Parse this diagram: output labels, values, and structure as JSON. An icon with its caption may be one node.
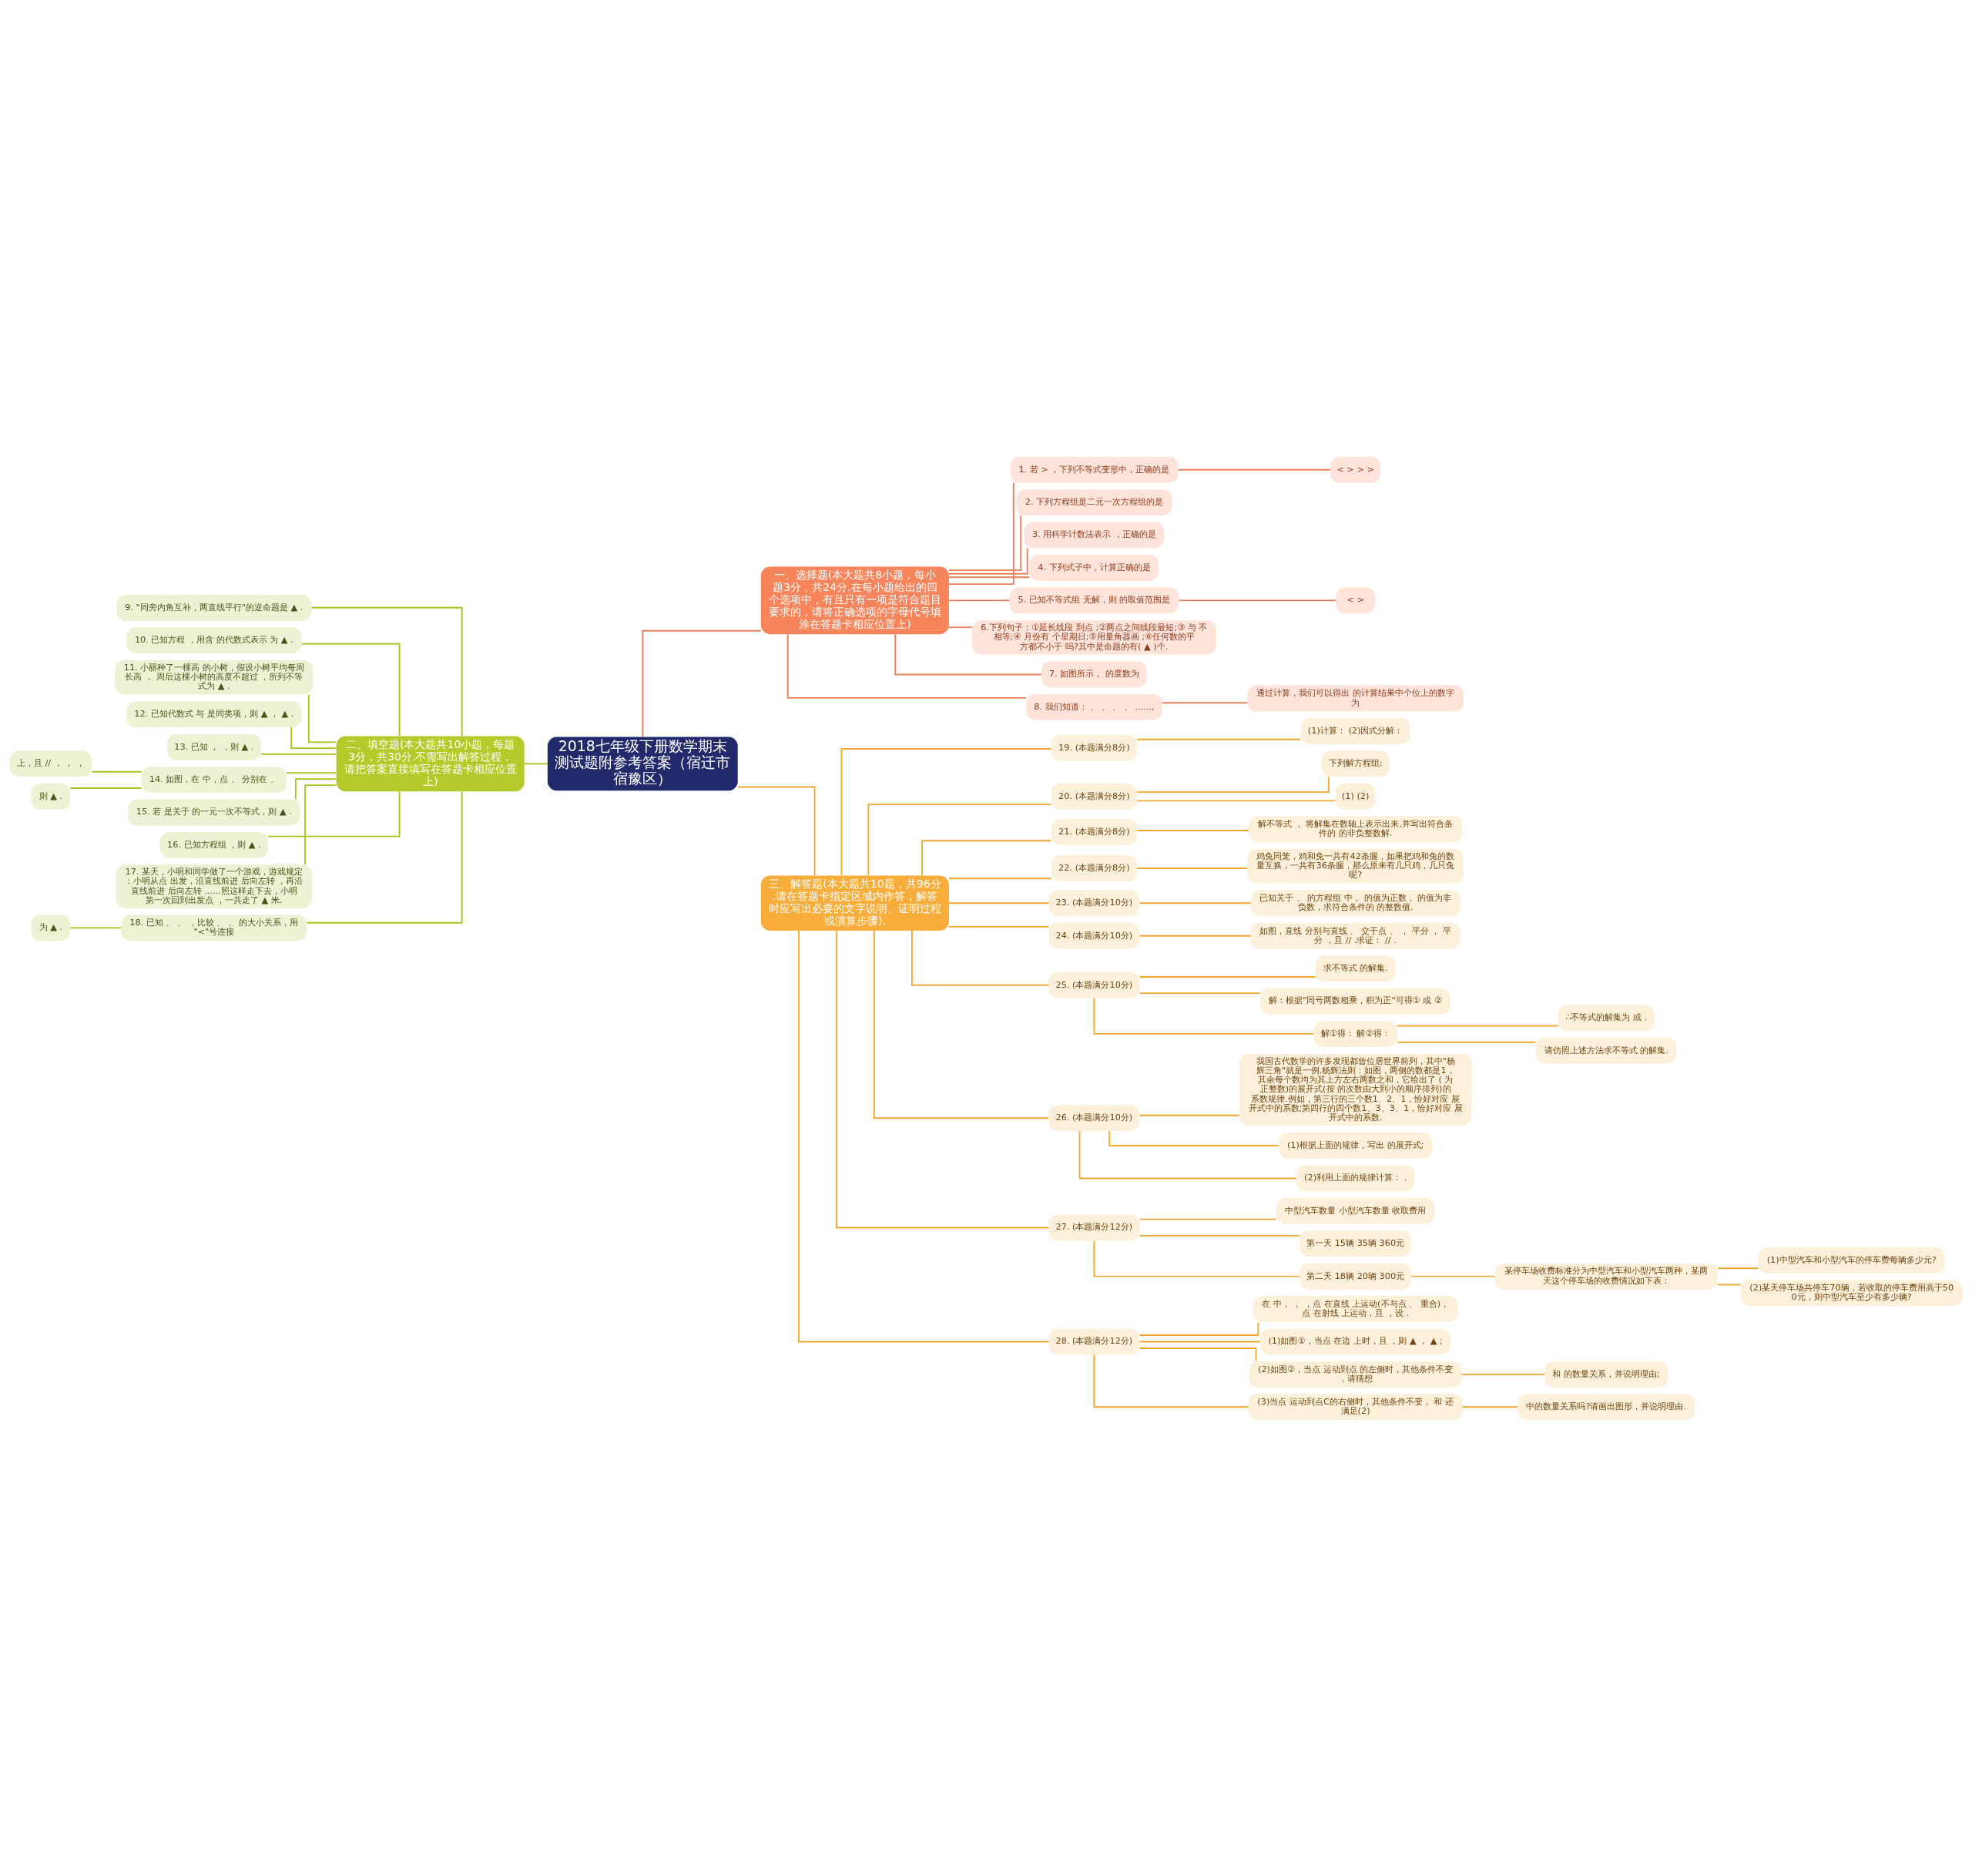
{
  "diagram": {
    "nodes": [
      {
        "text": [
          "2018七年级下册数学期末测试题附参考答案（宿迁市宿豫区）"
        ]
      },
      {
        "text": [
          "一、选择题(本大题共8小题，每小题3分，共24分.在每小题给出的四个选项中，有且只有一项是符合题目要求的，请将正确选项的字母代号填涂在答题卡相应位置上)"
        ]
      },
      {
        "text": [
          "1. 若 > ，下列不等式变形中，正确的是"
        ]
      },
      {
        "text": [
          "< > > >"
        ]
      },
      {
        "text": [
          "2. 下列方程组是二元一次方程组的是"
        ]
      },
      {
        "text": [
          "3. 用科学计数法表示 ，正确的是"
        ]
      },
      {
        "text": [
          "4. 下列式子中，计算正确的是"
        ]
      },
      {
        "text": [
          "5. 已知不等式组 无解，则 的取值范围是"
        ]
      },
      {
        "text": [
          "< >"
        ]
      },
      {
        "text": [
          "6.下列句子：①延长线段 到点 ;②两点之间线段最短;③ 与 不相等;④ 月份有 个星期日;⑤用量角器画 ;⑥任何数的平方都不小于 吗?其中是命题的有( ▲ )个."
        ]
      },
      {
        "text": [
          "7. 如图所示， 的度数为"
        ]
      },
      {
        "text": [
          "8. 我们知道： 、 、 、 、 ......,"
        ]
      },
      {
        "text": [
          "通过计算，我们可以得出 的计算结果中个位上的数字为"
        ]
      },
      {
        "text": [
          "二、填空题(本大题共10小题，每题3分，共30分.不需写出解答过程，请把答案直接填写在答题卡相应位置上)"
        ]
      },
      {
        "text": [
          "9. \"同旁内角互补，两直线平行\"的逆命题是 ▲ ."
        ]
      },
      {
        "text": [
          "10. 已知方程 ，用含 的代数式表示 为 ▲ ."
        ]
      },
      {
        "text": [
          "11. 小丽种了一棵高 的小树，假设小树平均每周长高 ， 周后这棵小树的高度不超过 ，所列不等式为 ▲ ."
        ]
      },
      {
        "text": [
          "12. 已知代数式 与 是同类项，则 ▲ ， ▲ ."
        ]
      },
      {
        "text": [
          "13. 已知 ， ，则 ▲ ."
        ]
      },
      {
        "text": [
          "14. 如图，在 中，点 、 分别在 、"
        ]
      },
      {
        "text": [
          "上，且 // ， ， ，"
        ]
      },
      {
        "text": [
          "则 ▲ ."
        ]
      },
      {
        "text": [
          "15. 若 是关于 的一元一次不等式，则 ▲ ."
        ]
      },
      {
        "text": [
          "16. 已知方程组 ，则 ▲ ."
        ]
      },
      {
        "text": [
          "17. 某天，小明和同学做了一个游戏，游戏规定：小明从点 出发，沿直线前进 后向左转 ，再沿直线前进 后向左转 ......照这样走下去，小明第一次回到出发点 ，一共走了 ▲ 米."
        ]
      },
      {
        "text": [
          "18. 已知 、 、 ，比较 、 、 的大小关系，用\"<\"号连接"
        ]
      },
      {
        "text": [
          "为 ▲ ."
        ]
      },
      {
        "text": [
          "三、解答题(本大题共10题，共96分.请在答题卡指定区域内作答，解答时应写出必要的文字说明、证明过程或演算步骤)."
        ]
      },
      {
        "text": [
          "19. (本题满分8分)"
        ]
      },
      {
        "text": [
          "(1)计算： (2)因式分解："
        ]
      },
      {
        "text": [
          "20. (本题满分8分)"
        ]
      },
      {
        "text": [
          "下列解方程组:"
        ]
      },
      {
        "text": [
          "(1) (2)"
        ]
      },
      {
        "text": [
          "21. (本题满分8分)"
        ]
      },
      {
        "text": [
          "解不等式 ， 将解集在数轴上表示出来,并写出符合条件的 的非负整数解."
        ]
      },
      {
        "text": [
          "22. (本题满分8分)"
        ]
      },
      {
        "text": [
          "鸡兔同笼，鸡和兔一共有42条腿，如果把鸡和兔的数量互换，一共有36条腿，那么原来有几只鸡，几只兔呢?"
        ]
      },
      {
        "text": [
          "23. (本题满分10分)"
        ]
      },
      {
        "text": [
          "已知关于 、 的方程组 中， 的值为正数， 的值为非负数，求符合条件的 的整数值."
        ]
      },
      {
        "text": [
          "24. (本题满分10分)"
        ]
      },
      {
        "text": [
          "如图，直线 分别与直线 、 交于点 、 ， 平分 ， 平分 ，且 // .求证： // ."
        ]
      },
      {
        "text": [
          "25. (本题满分10分)"
        ]
      },
      {
        "text": [
          "求不等式 的解集."
        ]
      },
      {
        "text": [
          "解：根据\"同号两数相乘，积为正\"可得① 或 ②"
        ]
      },
      {
        "text": [
          "解①得： 解②得："
        ]
      },
      {
        "text": [
          "∴不等式的解集为 或 ."
        ]
      },
      {
        "text": [
          "请仿照上述方法求不等式 的解集."
        ]
      },
      {
        "text": [
          "26. (本题满分10分)"
        ]
      },
      {
        "text": [
          "我国古代数学的许多发现都曾位居世界前列，其中\"杨辉三角\"就是一例.杨辉法则：如图，两侧的数都是1，其余每个数均为其上方左右两数之和，它给出了 ( 为正整数)的展开式(按 的次数由大到小的顺序排列)的系数规律.例如，第三行的三个数1、2、1，恰好对应 展开式中的系数;第四行的四个数1、3、3、1，恰好对应 展开式中的系数."
        ]
      },
      {
        "text": [
          "(1)根据上面的规律，写出 的展开式;"
        ]
      },
      {
        "text": [
          "(2)利用上面的规律计算： ."
        ]
      },
      {
        "text": [
          "27. (本题满分12分)"
        ]
      },
      {
        "text": [
          "中型汽车数量 小型汽车数量 收取费用"
        ]
      },
      {
        "text": [
          "第一天 15辆 35辆 360元"
        ]
      },
      {
        "text": [
          "第二天 18辆 20辆 300元"
        ]
      },
      {
        "text": [
          "某停车场收费标准分为中型汽车和小型汽车两种，某两天这个停车场的收费情况如下表："
        ]
      },
      {
        "text": [
          "(1)中型汽车和小型汽车的停车费每辆多少元?"
        ]
      },
      {
        "text": [
          "(2)某天停车场共停车70辆，若收取的停车费用高于500元，则中型汽车至少有多少辆?"
        ]
      },
      {
        "text": [
          "28. (本题满分12分)"
        ]
      },
      {
        "text": [
          "在 中， ， ，点 在直线 上运动(不与点 、 重合)，点 在射线 上运动，且 ，设 ."
        ]
      },
      {
        "text": [
          "(1)如图①，当点 在边 上时，且 ，则 ▲ ， ▲ ;"
        ]
      },
      {
        "text": [
          "(2)如图②，当点 运动到点 的左侧时，其他条件不变，请猜想"
        ]
      },
      {
        "text": [
          "和 的数量关系，并说明理由;"
        ]
      },
      {
        "text": [
          "(3)当点 运动到点C的右侧时，其他条件不变， 和 还满足(2)"
        ]
      },
      {
        "text": [
          "中的数量关系吗?请画出图形，并说明理由."
        ]
      }
    ],
    "edges": [
      {
        "from": 0,
        "to": 1,
        "arrow": "none",
        "color": "#e8805a"
      },
      {
        "from": 1,
        "to": 2,
        "arrow": "none",
        "color": "#e8805a"
      },
      {
        "from": 2,
        "to": 3,
        "arrow": "none",
        "color": "#e8805a"
      },
      {
        "from": 1,
        "to": 4,
        "arrow": "none",
        "color": "#e8805a"
      },
      {
        "from": 1,
        "to": 5,
        "arrow": "none",
        "color": "#e8805a"
      },
      {
        "from": 1,
        "to": 6,
        "arrow": "none",
        "color": "#e8805a"
      },
      {
        "from": 1,
        "to": 7,
        "arrow": "none",
        "color": "#e8805a"
      },
      {
        "from": 7,
        "to": 8,
        "arrow": "none",
        "color": "#e8805a"
      },
      {
        "from": 1,
        "to": 9,
        "arrow": "none",
        "color": "#e8805a"
      },
      {
        "from": 1,
        "to": 10,
        "arrow": "none",
        "color": "#e8805a"
      },
      {
        "from": 1,
        "to": 11,
        "arrow": "none",
        "color": "#e8805a"
      },
      {
        "from": 11,
        "to": 12,
        "arrow": "none",
        "color": "#e8805a"
      },
      {
        "from": 0,
        "to": 13,
        "arrow": "none",
        "color": "#a8c21c"
      },
      {
        "from": 13,
        "to": 14,
        "arrow": "none",
        "color": "#a8c21c"
      },
      {
        "from": 13,
        "to": 15,
        "arrow": "none",
        "color": "#a8c21c"
      },
      {
        "from": 13,
        "to": 16,
        "arrow": "none",
        "color": "#a8c21c"
      },
      {
        "from": 13,
        "to": 17,
        "arrow": "none",
        "color": "#a8c21c"
      },
      {
        "from": 13,
        "to": 18,
        "arrow": "none",
        "color": "#a8c21c"
      },
      {
        "from": 13,
        "to": 19,
        "arrow": "none",
        "color": "#a8c21c"
      },
      {
        "from": 19,
        "to": 20,
        "arrow": "none",
        "color": "#a8c21c"
      },
      {
        "from": 19,
        "to": 21,
        "arrow": "none",
        "color": "#a8c21c"
      },
      {
        "from": 13,
        "to": 22,
        "arrow": "none",
        "color": "#a8c21c"
      },
      {
        "from": 13,
        "to": 23,
        "arrow": "none",
        "color": "#a8c21c"
      },
      {
        "from": 13,
        "to": 24,
        "arrow": "none",
        "color": "#a8c21c"
      },
      {
        "from": 13,
        "to": 25,
        "arrow": "none",
        "color": "#a8c21c"
      },
      {
        "from": 25,
        "to": 26,
        "arrow": "none",
        "color": "#a8c21c"
      },
      {
        "from": 0,
        "to": 27,
        "arrow": "none"
      },
      {
        "from": 27,
        "to": 28,
        "arrow": "none"
      },
      {
        "from": 28,
        "to": 29,
        "arrow": "none"
      },
      {
        "from": 27,
        "to": 30,
        "arrow": "none"
      },
      {
        "from": 30,
        "to": 31,
        "arrow": "none"
      },
      {
        "from": 30,
        "to": 32,
        "arrow": "none"
      },
      {
        "from": 27,
        "to": 33,
        "arrow": "none"
      },
      {
        "from": 33,
        "to": 34,
        "arrow": "none"
      },
      {
        "from": 27,
        "to": 35,
        "arrow": "none"
      },
      {
        "from": 35,
        "to": 36,
        "arrow": "none"
      },
      {
        "from": 27,
        "to": 37,
        "arrow": "none"
      },
      {
        "from": 37,
        "to": 38,
        "arrow": "none"
      },
      {
        "from": 27,
        "to": 39,
        "arrow": "none"
      },
      {
        "from": 39,
        "to": 40,
        "arrow": "none"
      },
      {
        "from": 27,
        "to": 41,
        "arrow": "none"
      },
      {
        "from": 41,
        "to": 42,
        "arrow": "none"
      },
      {
        "from": 41,
        "to": 43,
        "arrow": "none"
      },
      {
        "from": 41,
        "to": 44,
        "arrow": "none"
      },
      {
        "from": 44,
        "to": 45,
        "arrow": "none"
      },
      {
        "from": 44,
        "to": 46,
        "arrow": "none"
      },
      {
        "from": 27,
        "to": 47,
        "arrow": "none"
      },
      {
        "from": 47,
        "to": 48,
        "arrow": "none"
      },
      {
        "from": 47,
        "to": 49,
        "arrow": "none"
      },
      {
        "from": 47,
        "to": 50,
        "arrow": "none"
      },
      {
        "from": 27,
        "to": 51,
        "arrow": "none"
      },
      {
        "from": 51,
        "to": 52,
        "arrow": "none"
      },
      {
        "from": 51,
        "to": 53,
        "arrow": "none"
      },
      {
        "from": 51,
        "to": 54,
        "arrow": "none"
      },
      {
        "from": 54,
        "to": 55,
        "arrow": "none"
      },
      {
        "from": 55,
        "to": 56,
        "arrow": "none"
      },
      {
        "from": 55,
        "to": 57,
        "arrow": "none"
      },
      {
        "from": 27,
        "to": 58,
        "arrow": "none"
      },
      {
        "from": 58,
        "to": 59,
        "arrow": "none"
      },
      {
        "from": 58,
        "to": 60,
        "arrow": "none"
      },
      {
        "from": 58,
        "to": 61,
        "arrow": "none"
      },
      {
        "from": 61,
        "to": 62,
        "arrow": "none"
      },
      {
        "from": 58,
        "to": 63,
        "arrow": "none"
      },
      {
        "from": 63,
        "to": 64,
        "arrow": "none"
      }
    ]
  }
}
